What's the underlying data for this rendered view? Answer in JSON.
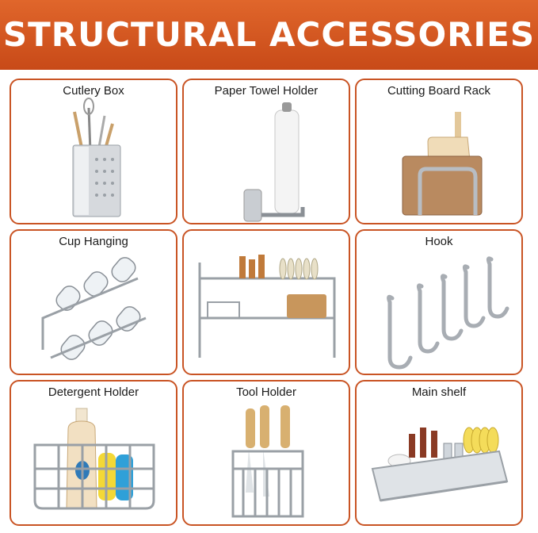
{
  "banner": {
    "title": "STRUCTURAL ACCESSORIES"
  },
  "cards": [
    {
      "label": "Cutlery Box",
      "icon": "cutlery-box-icon"
    },
    {
      "label": "Paper Towel Holder",
      "icon": "paper-towel-holder-icon"
    },
    {
      "label": "Cutting Board Rack",
      "icon": "cutting-board-rack-icon"
    },
    {
      "label": "Cup Hanging",
      "icon": "cup-hanging-icon"
    },
    {
      "label": "",
      "icon": "over-sink-rack-icon"
    },
    {
      "label": "Hook",
      "icon": "hook-icon"
    },
    {
      "label": "Detergent Holder",
      "icon": "detergent-holder-icon"
    },
    {
      "label": "Tool Holder",
      "icon": "tool-holder-icon"
    },
    {
      "label": "Main shelf",
      "icon": "main-shelf-icon"
    }
  ],
  "colors": {
    "banner": "#d45a22",
    "card_border": "#c95424",
    "metal": "#b9bec4"
  }
}
